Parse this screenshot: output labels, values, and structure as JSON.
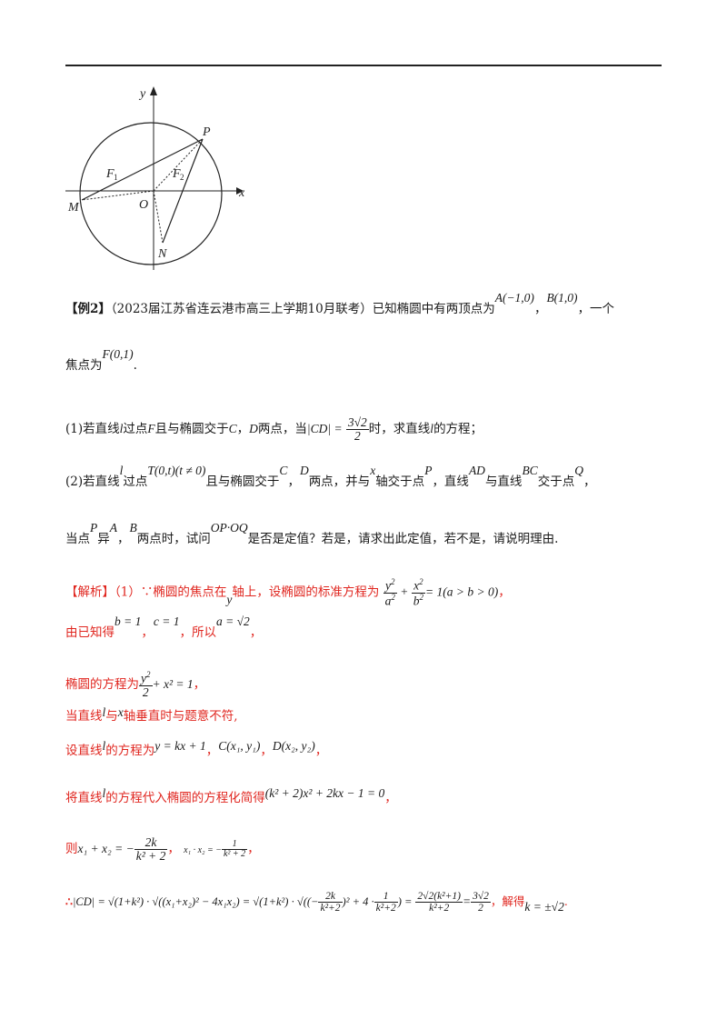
{
  "figure": {
    "labels": {
      "y": "y",
      "x": "x",
      "P": "P",
      "M": "M",
      "O": "O",
      "N": "N",
      "F1": "F",
      "F1_sub": "1",
      "F2": "F",
      "F2_sub": "2"
    }
  },
  "example": {
    "tag": "【例2】",
    "source": "（2023届江苏省连云港市高三上学期10月联考）已知椭圆中有两顶点为",
    "pointA": "A(−1,0)",
    "sep": "，",
    "pointB": "B(1,0)",
    "tail": "，一个",
    "line2_text": "焦点为",
    "focus": "F(0,1)",
    "line2_end": "."
  },
  "q1": {
    "pre": "(1)若直线",
    "l": "l",
    "mid1": "过点",
    "F": "F",
    "mid2": "且与椭圆交于",
    "C": "C",
    "mid3": "，",
    "D": "D",
    "mid4": "两点，当",
    "cd": "|CD| =",
    "frac_n": "3√2",
    "frac_d": "2",
    "mid5": "时，求直线",
    "end": "的方程；"
  },
  "q2": {
    "pre": "(2)若直线",
    "mid1": "过点",
    "T": "T(0,t)(t ≠ 0)",
    "mid2": "且与椭圆交于",
    "mid3": "，",
    "mid4": "两点，并与",
    "x": "x",
    "mid5": "轴交于点",
    "P": "P",
    "mid6": "，直线",
    "AD": "AD",
    "mid7": "与直线",
    "BC": "BC",
    "mid8": "交于点",
    "Q": "Q",
    "end": "，",
    "l2_pre": "当点",
    "l2_mid": "异",
    "A": "A",
    "l2_mid2": "，",
    "B": "B",
    "l2_mid3": "两点时，试问",
    "dot": "OP·OQ",
    "l2_end": "是否是定值？若是，请求出此定值，若不是，请说明理由."
  },
  "solution": {
    "s1_pre": "【解析】（1）∵椭圆的焦点在",
    "s1_y": "y",
    "s1_mid": "轴上，设椭圆的标准方程为",
    "s1_eq": "= 1(a > b > 0)",
    "s1_end": "，",
    "s2_pre": "由已知得",
    "s2_b": "b = 1",
    "s2_sep": "，",
    "s2_c": "c = 1",
    "s2_mid": "，所以",
    "s2_a": "a = √2",
    "s2_end": "，",
    "s3_pre": "椭圆的方程为",
    "s3_eq": "+ x² = 1",
    "s3_end": "，",
    "s4_pre": "当直线",
    "s4_mid": "与",
    "s4_mid2": "轴垂直时与题意不符,",
    "s5_pre": "设直线",
    "s5_mid": "的方程为",
    "s5_eq": "y = kx + 1",
    "s5_sep": "，",
    "s5_C": "C(x₁, y₁)",
    "s5_sep2": "，",
    "s5_D": "D(x₂, y₂)",
    "s5_end": "，",
    "s6_pre": "将直线",
    "s6_mid": "的方程代入椭圆的方程化简得",
    "s6_eq": "(k² + 2)x² + 2kx − 1 = 0",
    "s6_end": "，",
    "s7_pre": "则",
    "s7_sum": "x₁ + x₂ = −",
    "s7_sum_n": "2k",
    "s7_sum_d": "k² + 2",
    "s7_sep": "，",
    "s7_prod": "x₁ · x₂ = −",
    "s7_prod_n": "1",
    "s7_prod_d": "k² + 2",
    "s7_end": "，",
    "s8_pre": "∴",
    "s8_eq1": "|CD| = √(1+k²) · √((x₁+x₂)² − 4x₁x₂) = √(1+k²) · √((−",
    "s8_n1": "2k",
    "s8_d1": "k²+2",
    "s8_eq2": ")² + 4 ·",
    "s8_n2": "1",
    "s8_d2": "k²+2",
    "s8_eq3": ") =",
    "s8_n3": "2√2(k²+1)",
    "s8_d3": "k²+2",
    "s8_eq4": "=",
    "s8_n4": "3√2",
    "s8_d4": "2",
    "s8_mid": "，解得",
    "s8_k": "k = ±√2",
    "s8_end": "."
  }
}
